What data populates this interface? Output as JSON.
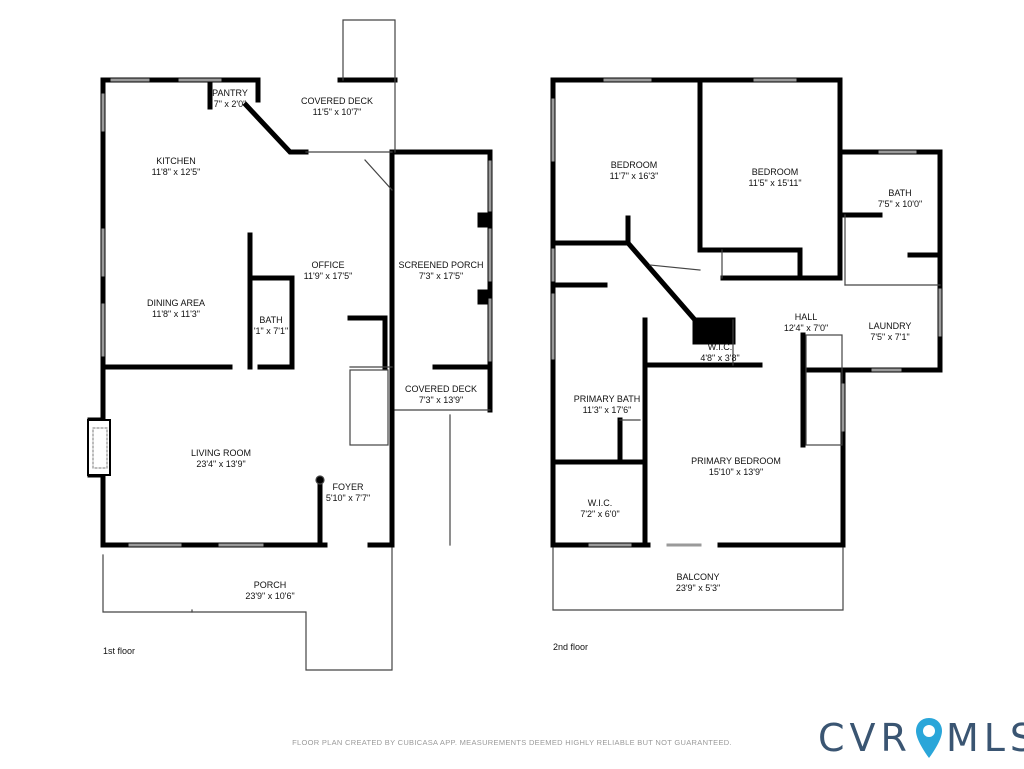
{
  "floors": [
    {
      "label": "1st floor",
      "rooms": [
        {
          "id": "pantry",
          "name": "PANTRY",
          "dims": "7\" x 2'0\""
        },
        {
          "id": "covered-deck-upper",
          "name": "COVERED DECK",
          "dims": "11'5\" x 10'7\""
        },
        {
          "id": "kitchen",
          "name": "KITCHEN",
          "dims": "11'8\" x 12'5\""
        },
        {
          "id": "office",
          "name": "OFFICE",
          "dims": "11'9\" x 17'5\""
        },
        {
          "id": "screened-porch",
          "name": "SCREENED PORCH",
          "dims": "7'3\" x 17'5\""
        },
        {
          "id": "dining-area",
          "name": "DINING AREA",
          "dims": "11'8\" x 11'3\""
        },
        {
          "id": "bath-1",
          "name": "BATH",
          "dims": "'1\" x 7'1\""
        },
        {
          "id": "covered-deck-lower",
          "name": "COVERED DECK",
          "dims": "7'3\" x 13'9\""
        },
        {
          "id": "living-room",
          "name": "LIVING ROOM",
          "dims": "23'4\" x 13'9\""
        },
        {
          "id": "foyer",
          "name": "FOYER",
          "dims": "5'10\" x 7'7\""
        },
        {
          "id": "porch",
          "name": "PORCH",
          "dims": "23'9\" x 10'6\""
        }
      ]
    },
    {
      "label": "2nd floor",
      "rooms": [
        {
          "id": "bedroom-1",
          "name": "BEDROOM",
          "dims": "11'7\" x 16'3\""
        },
        {
          "id": "bedroom-2",
          "name": "BEDROOM",
          "dims": "11'5\" x 15'11\""
        },
        {
          "id": "bath-2",
          "name": "BATH",
          "dims": "7'5\" x 10'0\""
        },
        {
          "id": "hall",
          "name": "HALL",
          "dims": "12'4\" x 7'0\""
        },
        {
          "id": "laundry",
          "name": "LAUNDRY",
          "dims": "7'5\" x 7'1\""
        },
        {
          "id": "wic-1",
          "name": "W.I.C.",
          "dims": "4'8\" x 3'8\""
        },
        {
          "id": "primary-bath",
          "name": "PRIMARY BATH",
          "dims": "11'3\" x 17'6\""
        },
        {
          "id": "primary-bedroom",
          "name": "PRIMARY BEDROOM",
          "dims": "15'10\" x 13'9\""
        },
        {
          "id": "wic-2",
          "name": "W.I.C.",
          "dims": "7'2\" x 6'0\""
        },
        {
          "id": "balcony",
          "name": "BALCONY",
          "dims": "23'9\" x 5'3\""
        }
      ]
    }
  ],
  "disclaimer": "FLOOR PLAN CREATED BY CUBICASA APP. MEASUREMENTS DEEMED HIGHLY RELIABLE BUT NOT GUARANTEED.",
  "brand": {
    "left": "CVR",
    "right": "MLS",
    "pin_color": "#2aa6d9",
    "text_color": "#3a5572"
  },
  "colors": {
    "wall": "#000000",
    "thin_wall": "#222222",
    "window": "#9a9a9a"
  }
}
